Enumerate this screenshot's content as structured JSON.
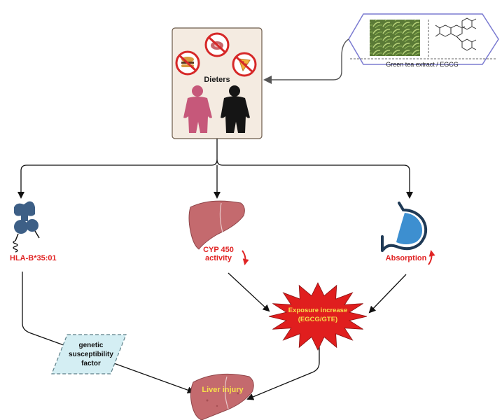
{
  "dieters_label": "Dieters",
  "green_tea_label": "Green tea extract / EGCG",
  "hla_label": "HLA-B*35:01",
  "cyp_label_line1": "CYP 450",
  "cyp_label_line2": "activity",
  "absorption_label": "Absorption",
  "exposure_line1": "Exposure increase",
  "exposure_line2": "(EGCG/GTE)",
  "genetic_line1": "genetic",
  "genetic_line2": "susceptibility",
  "genetic_line3": "factor",
  "liver_injury_label": "Liver injury",
  "colors": {
    "red_label": "#e02424",
    "yellow_label": "#f7e04a",
    "liver": "#c46a6e",
    "starburst": "#e01e1e",
    "receptor": "#3d5f86",
    "stomach_fill": "#3d8fd0",
    "hexagon_stroke": "#7b7bd1",
    "genetic_box": "#d4eef3"
  }
}
